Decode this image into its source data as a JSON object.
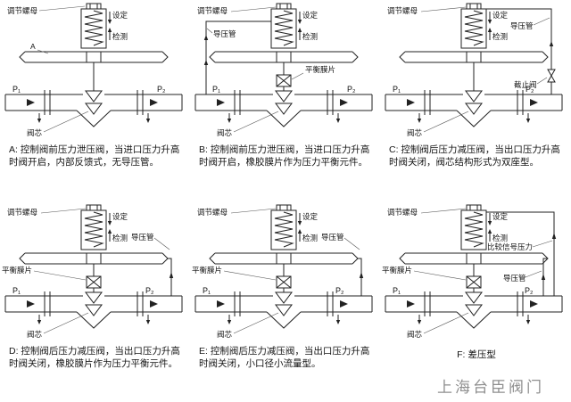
{
  "watermark": "上海台臣阀门",
  "panels": [
    {
      "id": "A",
      "caption": "A: 控制阀前压力泄压阀，当进口压力升高时阀开启，内部反馈式，无导压管。",
      "labels": {
        "adjust_nut": "调节螺母",
        "set": "设定",
        "detect": "检测",
        "mark_a": "A",
        "p1": "P₁",
        "p2": "P₂",
        "core": "阀芯"
      }
    },
    {
      "id": "B",
      "caption": "B: 控制阀前压力泄压阀，当进口压力升高时阀开启，橡胶膜片作为压力平衡元件。",
      "labels": {
        "adjust_nut": "调节螺母",
        "set": "设定",
        "detect": "检测",
        "pilot": "导压管",
        "balance": "平衡膜片",
        "p1": "P₁",
        "p2": "P₂",
        "core": "阀芯"
      }
    },
    {
      "id": "C",
      "caption": "C: 控制阀后压力减压阀，当出口压力升高时阀关闭，阀芯结构形式为双座型。",
      "labels": {
        "adjust_nut": "调节螺母",
        "set": "设定",
        "detect": "检测",
        "pilot": "导压管",
        "stop": "截止阀",
        "p1": "P₁",
        "p2": "P₂",
        "core": "阀芯"
      }
    },
    {
      "id": "D",
      "caption": "D: 控制阀后压力减压阀，当出口压力升高时阀关闭，橡胶膜片作为压力平衡元件。",
      "labels": {
        "adjust_nut": "调节螺母",
        "set": "设定",
        "detect": "检测",
        "pilot": "导压管",
        "balance": "平衡膜片",
        "p1": "P₁",
        "p2": "P₂",
        "core": "阀芯"
      }
    },
    {
      "id": "E",
      "caption": "E: 控制阀后压力减压阀，当出口压力升高时阀关闭，小口径小流量型。",
      "labels": {
        "adjust_nut": "调节螺母",
        "set": "设定",
        "detect": "检测",
        "pilot": "导压管",
        "balance": "平衡膜片",
        "p1": "P₁",
        "p2": "P₂",
        "core": "阀芯"
      }
    },
    {
      "id": "F",
      "caption": "F: 差压型",
      "labels": {
        "adjust_nut": "调节螺母",
        "set": "设定",
        "detect": "检测",
        "signal": "比较信号压力",
        "pilot": "导压管",
        "balance": "平衡膜片",
        "p1": "P₁",
        "p2": "P₂",
        "core": "阀芯"
      }
    }
  ]
}
